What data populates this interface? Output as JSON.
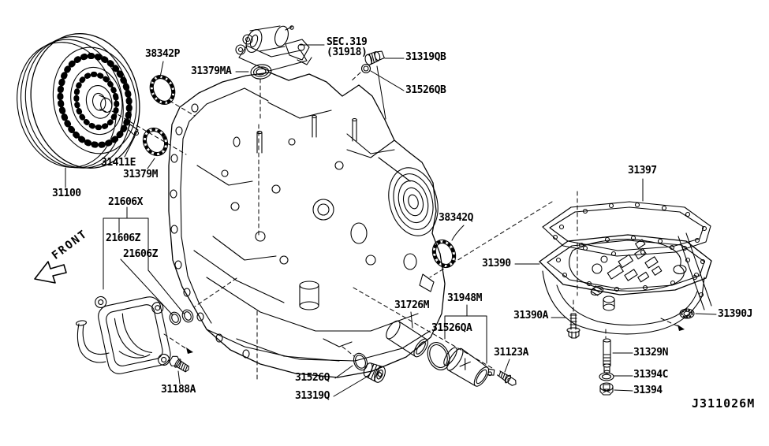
{
  "colors": {
    "ink": "#000000",
    "background": "#ffffff"
  },
  "footer": {
    "diagram_code": "J311026M"
  },
  "orientation": {
    "front_label": "FRONT"
  },
  "section_callout": {
    "line1": "SEC.319",
    "line2": "(31918)"
  },
  "part_labels": {
    "p31100": "31100",
    "p38342P": "38342P",
    "p31379MA": "31379MA",
    "p31319QB": "31319QB",
    "p31526QB": "31526QB",
    "p31411E": "31411E",
    "p31379M": "31379M",
    "p21606X": "21606X",
    "p21606Z_1": "21606Z",
    "p21606Z_2": "21606Z",
    "p38342Q": "38342Q",
    "p31397": "31397",
    "p31390": "31390",
    "p31726M": "31726M",
    "p31948M": "31948M",
    "p31526QA": "31526QA",
    "p31390A": "31390A",
    "p31390J": "31390J",
    "p31123A": "31123A",
    "p31329N": "31329N",
    "p31394C": "31394C",
    "p31394": "31394",
    "p31188A": "31188A",
    "p31526Q": "31526Q",
    "p31319Q": "31319Q"
  }
}
